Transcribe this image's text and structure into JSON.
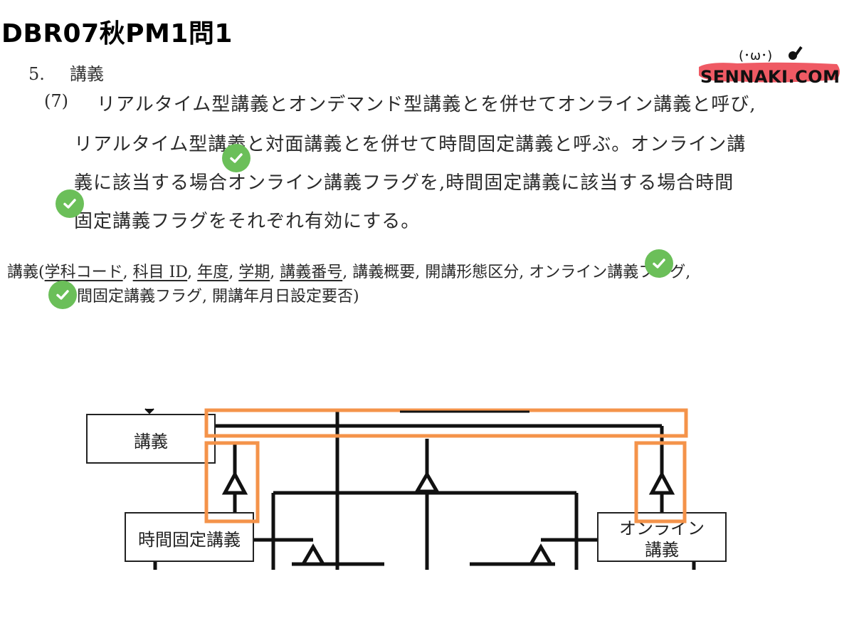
{
  "header": {
    "title": "DBR07秋PM1問1"
  },
  "logo": {
    "text": "SENNAKI.COM",
    "face": "(･ω･)"
  },
  "section": {
    "number": "5.",
    "heading": "講義"
  },
  "paragraph": {
    "number": "(7)",
    "lines": [
      "リアルタイム型講義とオンデマンド型講義とを併せてオンライン講義と呼び,",
      "リアルタイム型講義と対面講義とを併せて時間固定講義と呼ぶ。オンライン講",
      "義に該当する場合オンライン講義フラグを,時間固定講義に該当する場合時間",
      "固定講義フラグをそれぞれ有効にする。"
    ]
  },
  "schema": {
    "entity": "講義",
    "open_paren": "(",
    "attrs_line1": [
      {
        "name": "学科コード",
        "key": true
      },
      {
        "name": "科目 ID",
        "key": true
      },
      {
        "name": "年度",
        "key": true
      },
      {
        "name": "学期",
        "key": true
      },
      {
        "name": "講義番号",
        "key": true
      },
      {
        "name": "講義概要",
        "key": false
      },
      {
        "name": "開講形態区分",
        "key": false
      },
      {
        "name": "オンライン講義フラグ",
        "key": false
      }
    ],
    "line2": "時間固定講義フラグ, 開講年月日設定要否)"
  },
  "diagram": {
    "entities": {
      "lecture": "講義",
      "fixed_time": "時間固定講義",
      "online_line1": "オンライン",
      "online_line2": "講義"
    }
  },
  "colors": {
    "highlight": "#f4934a",
    "check": "#6bbf59",
    "logo_brush": "#ef5a64"
  },
  "icons": [
    "check-icon",
    "brush-icon"
  ]
}
